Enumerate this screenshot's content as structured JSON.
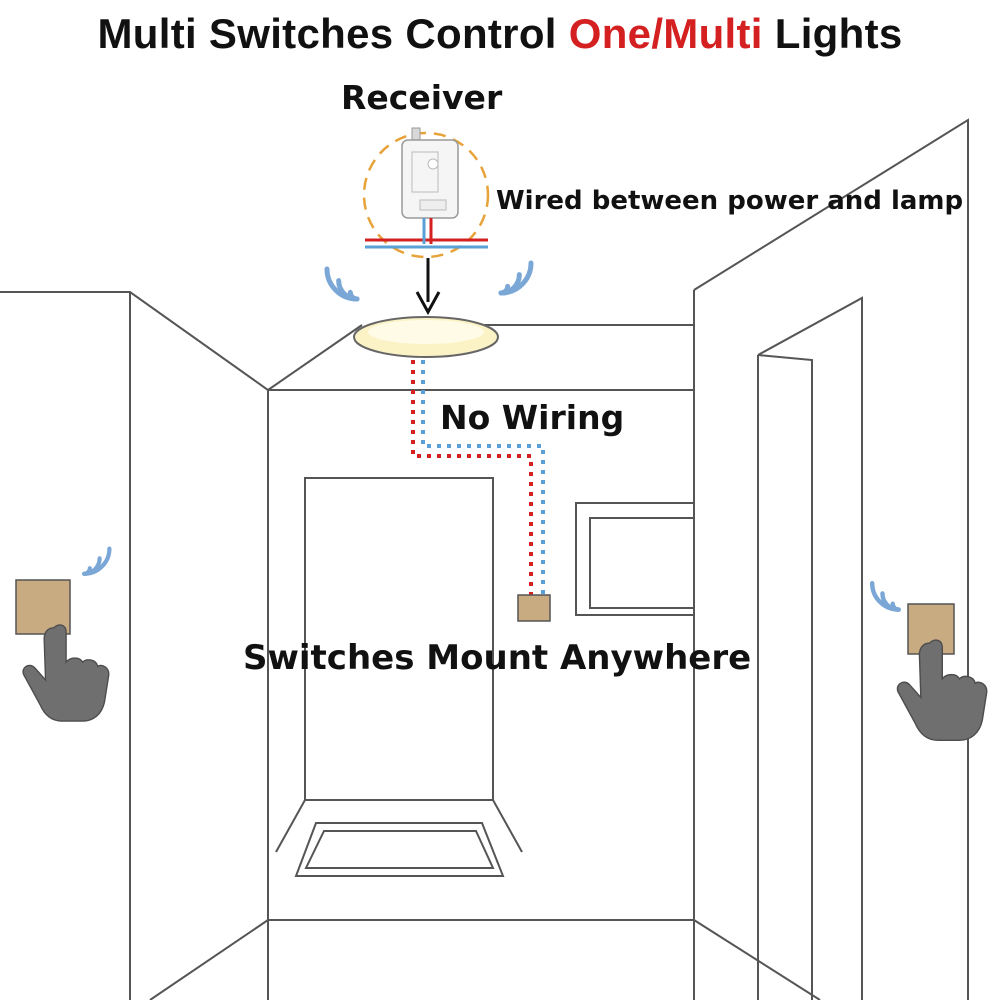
{
  "title": {
    "part1": "Multi Switches Control ",
    "part2": "One/Multi",
    "part3": " Lights"
  },
  "labels": {
    "receiver": "Receiver",
    "wired": "Wired between power and lamp",
    "no_wiring": "No Wiring",
    "mount": "Switches Mount Anywhere"
  },
  "colors": {
    "title_highlight": "#d42020",
    "switch_panel": "#c9ab82",
    "signal_waves": "#7aa7d6",
    "lamp_glow": "#fbf2c6",
    "wire_red": "#d42020",
    "wire_blue": "#5a9fd6",
    "hand": "#6f6f6f",
    "outline": "#555555"
  },
  "icons": {
    "receiver": "receiver-module-icon",
    "lamp": "ceiling-lamp-icon",
    "switch": "wall-switch-icon",
    "hand": "pointing-hand-icon",
    "wifi": "wifi-signal-icon",
    "arrow": "arrow-down-icon"
  }
}
